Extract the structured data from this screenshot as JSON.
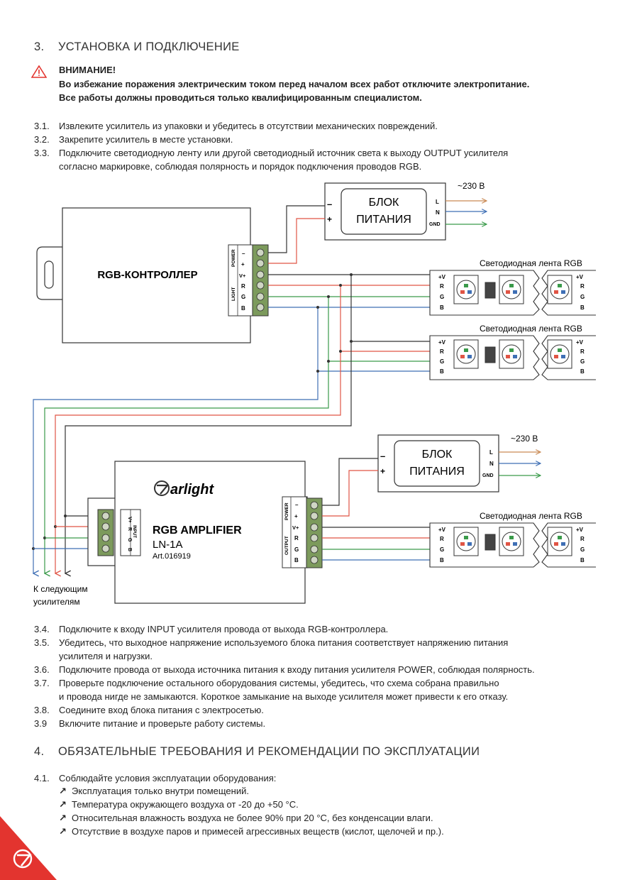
{
  "section3": {
    "num": "3.",
    "title": "УСТАНОВКА И ПОДКЛЮЧЕНИЕ"
  },
  "warning": {
    "title": "ВНИМАНИЕ!",
    "line1": "Во избежание поражения электрическим током перед началом всех работ отключите электропитание.",
    "line2": "Все работы должны проводиться только квалифицированным специалистом."
  },
  "steps_a": [
    {
      "num": "3.1.",
      "text": "Извлеките усилитель из упаковки и убедитесь в отсутствии механических повреждений."
    },
    {
      "num": "3.2.",
      "text": "Закрепите усилитель в месте установки."
    },
    {
      "num": "3.3.",
      "text": "Подключите светодиодную ленту или другой светодиодный источник света к выходу OUTPUT усилителя",
      "text2": "согласно маркировке, соблюдая полярность и порядок подключения проводов RGB."
    }
  ],
  "diagram": {
    "psu_label1": "БЛОК",
    "psu_label2": "ПИТАНИЯ",
    "mains": "~230 В",
    "L": "L",
    "N": "N",
    "GND": "GND",
    "minus": "–",
    "plus": "+",
    "controller": "RGB-КОНТРОЛЛЕР",
    "power": "POWER",
    "light": "LIGHT",
    "input": "INPUT",
    "output": "OUTPUT",
    "t_minus": "–",
    "t_plus": "+",
    "t_vplus": "V+",
    "t_r": "R",
    "t_g": "G",
    "t_b": "B",
    "strip_label": "Светодиодная лента RGB",
    "s_v": "+V",
    "s_r": "R",
    "s_g": "G",
    "s_b": "B",
    "brand": "arlight",
    "amp1": "RGB AMPLIFIER",
    "amp2": "LN-1A",
    "amp3": "Art.016919",
    "next1": "К следующим",
    "next2": "усилителям"
  },
  "steps_b": [
    {
      "num": "3.4.",
      "text": "Подключите к входу INPUT усилителя провода от выхода RGB-контроллера."
    },
    {
      "num": "3.5.",
      "text": "Убедитесь, что выходное напряжение используемого блока питания соответствует напряжению питания",
      "text2": "усилителя и нагрузки."
    },
    {
      "num": "3.6.",
      "text": "Подключите провода от выхода источника питания к входу питания усилителя POWER, соблюдая полярность."
    },
    {
      "num": "3.7.",
      "text": "Проверьте подключение остального оборудования системы, убедитесь, что схема собрана правильно",
      "text2": "и провода нигде не замыкаются. Короткое замыкание на выходе усилителя может привести к его отказу."
    },
    {
      "num": "3.8.",
      "text": "Соедините вход блока питания с электросетью."
    },
    {
      "num": "3.9",
      "text": "Включите питание и проверьте работу системы."
    }
  ],
  "section4": {
    "num": "4.",
    "title": "ОБЯЗАТЕЛЬНЫЕ ТРЕБОВАНИЯ И РЕКОМЕНДАЦИИ ПО ЭКСПЛУАТАЦИИ"
  },
  "step41": {
    "num": "4.1.",
    "text": "Соблюдайте условия эксплуатации оборудования:"
  },
  "bullets": [
    "Эксплуатация только внутри помещений.",
    "Температура окружающего воздуха от -20 до +50 °C.",
    "Относительная влажность воздуха не более 90% при 20 °C, без конденсации влаги.",
    "Отсутствие в воздухе паров и примесей агрессивных веществ (кислот, щелочей и пр.)."
  ],
  "colors": {
    "red": "#e05545",
    "green": "#3a9a4a",
    "blue": "#3f6fb5",
    "black": "#333333",
    "brand_red": "#e3342f",
    "terminal": "#7c9a5c"
  }
}
